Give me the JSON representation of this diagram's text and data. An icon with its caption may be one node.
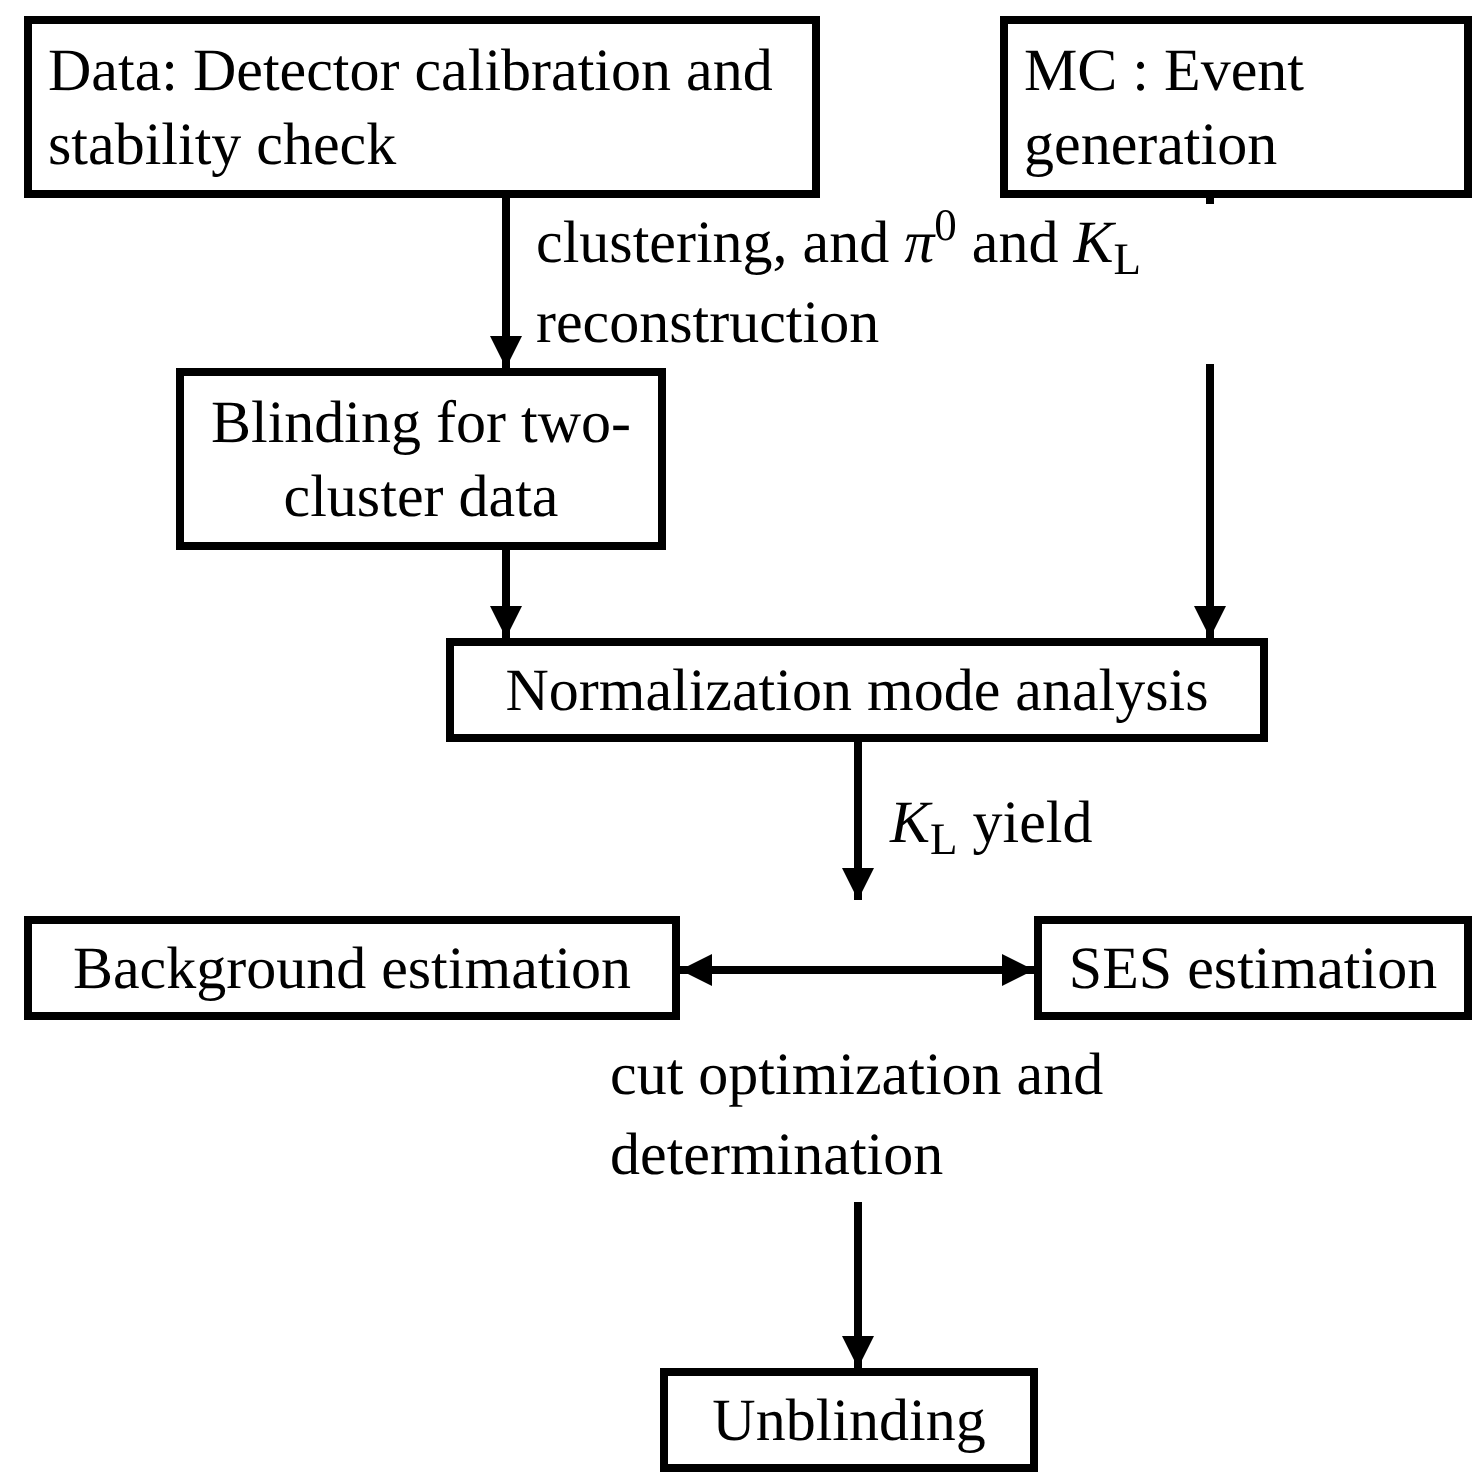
{
  "diagram": {
    "nodes": [
      {
        "text": [
          "Data: Detector calibration and stability check"
        ]
      },
      {
        "text": [
          "MC : Event generation"
        ]
      },
      {
        "text": [
          "Blinding for two-cluster data"
        ]
      },
      {
        "text": [
          "Normalization mode analysis"
        ]
      },
      {
        "text": [
          "Background estimation"
        ]
      },
      {
        "text": [
          "SES estimation"
        ]
      },
      {
        "text": [
          "Unblinding"
        ]
      }
    ],
    "edges": [
      {
        "from": 0,
        "to": 2,
        "arrow": "to",
        "label": "clustering, and *π*$^{0}$ and *K*$_{L}$ reconstruction"
      },
      {
        "from": 1,
        "to": 3,
        "arrow": "to"
      },
      {
        "from": 2,
        "to": 3,
        "arrow": "to"
      },
      {
        "from": 3,
        "to": null,
        "arrow": "to",
        "label": "*K*$_{L}$ yield"
      },
      {
        "from": 4,
        "to": 5,
        "arrow": "both"
      },
      {
        "from": null,
        "to": 6,
        "arrow": "to",
        "label": "cut optimization and determination"
      }
    ]
  }
}
